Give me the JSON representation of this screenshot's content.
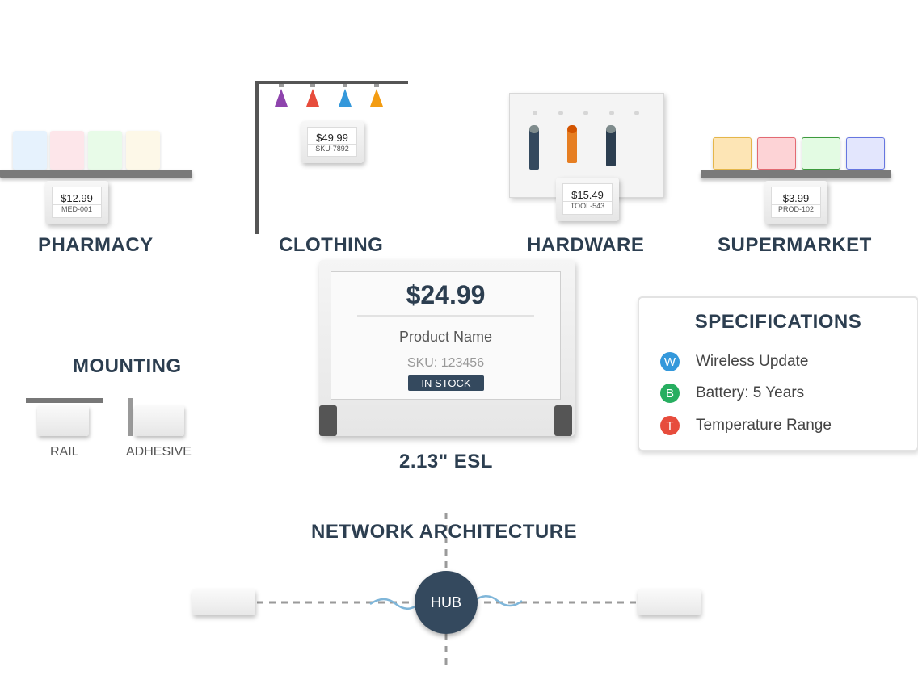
{
  "sections": {
    "pharmacy": {
      "title": "PHARMACY",
      "tag": {
        "price": "$12.99",
        "sku": "MED-001"
      },
      "box_colors": [
        "#e6f2fd",
        "#fde6ea",
        "#e8fbe8",
        "#fdf8e8"
      ]
    },
    "clothing": {
      "title": "CLOTHING",
      "tag": {
        "price": "$49.99",
        "sku": "SKU-7892"
      },
      "hook_colors": [
        "#8e44ad",
        "#e74c3c",
        "#3498db",
        "#f39c12"
      ]
    },
    "hardware": {
      "title": "HARDWARE",
      "tag": {
        "price": "$15.49",
        "sku": "TOOL-543"
      },
      "peg_colors": [
        "#34495e",
        "#e67e22",
        "#2c3e50"
      ]
    },
    "supermarket": {
      "title": "SUPERMARKET",
      "tag": {
        "price": "$3.99",
        "sku": "PROD-102"
      },
      "box_colors": [
        {
          "fill": "#fde5b5",
          "border": "#e5b64a"
        },
        {
          "fill": "#fdd3d6",
          "border": "#e36a72"
        },
        {
          "fill": "#e3fbe3",
          "border": "#3d9a3d"
        },
        {
          "fill": "#e3e6fd",
          "border": "#6676e0"
        }
      ]
    }
  },
  "esl": {
    "price": "$24.99",
    "product_name": "Product Name",
    "sku": "SKU: 123456",
    "badge": "IN STOCK",
    "caption": "2.13\" ESL"
  },
  "mounting": {
    "title": "MOUNTING",
    "rail_label": "RAIL",
    "adhesive_label": "ADHESIVE"
  },
  "specifications": {
    "title": "SPECIFICATIONS",
    "items": [
      {
        "icon": "W",
        "label": "Wireless Update",
        "color": "#3498db"
      },
      {
        "icon": "B",
        "label": "Battery: 5 Years",
        "color": "#27ae60"
      },
      {
        "icon": "T",
        "label": "Temperature Range",
        "color": "#e74c3c"
      }
    ]
  },
  "network": {
    "title": "NETWORK ARCHITECTURE",
    "hub_label": "HUB",
    "hub_color": "#34495e"
  }
}
